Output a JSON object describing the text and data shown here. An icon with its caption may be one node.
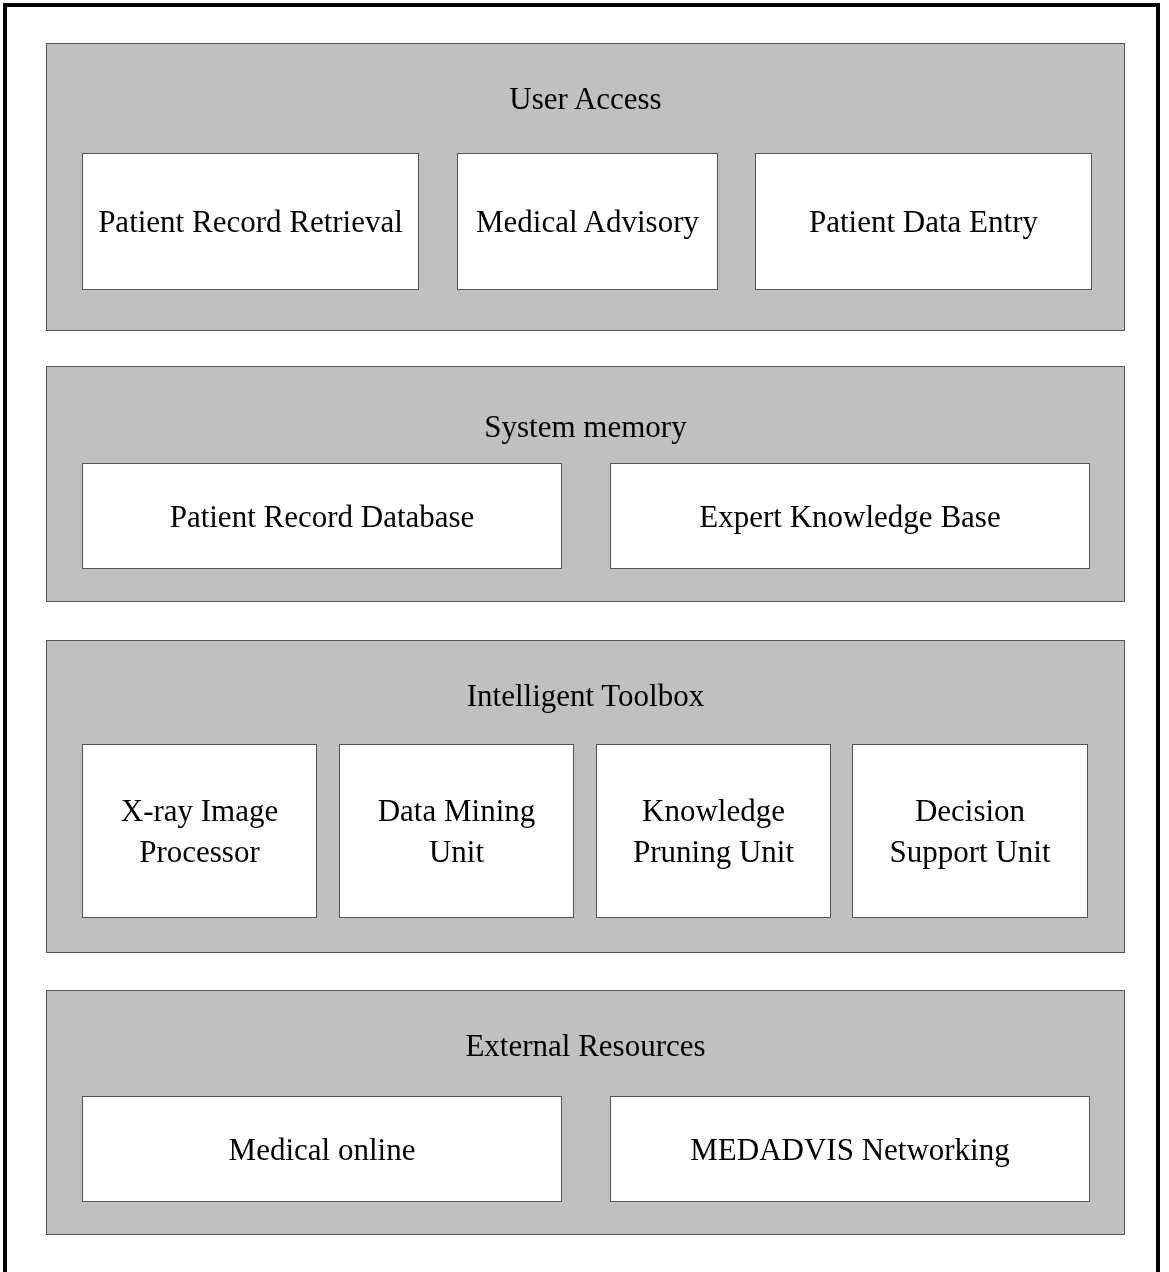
{
  "diagram": {
    "nodes": [
      {
        "text": [
          "User Access"
        ]
      },
      {
        "text": [
          "Patient Record Retrieval"
        ],
        "in": 0
      },
      {
        "text": [
          "Medical Advisory"
        ],
        "in": 0
      },
      {
        "text": [
          "Patient Data Entry"
        ],
        "in": 0
      },
      {
        "text": [
          "System memory"
        ]
      },
      {
        "text": [
          "Patient Record Database"
        ],
        "in": 4
      },
      {
        "text": [
          "Expert Knowledge Base"
        ],
        "in": 4
      },
      {
        "text": [
          "Intelligent Toolbox"
        ]
      },
      {
        "text": [
          "X-ray Image Processor"
        ],
        "in": 7
      },
      {
        "text": [
          "Data Mining Unit"
        ],
        "in": 7
      },
      {
        "text": [
          "Knowledge Pruning Unit"
        ],
        "in": 7
      },
      {
        "text": [
          "Decision Support Unit"
        ],
        "in": 7
      },
      {
        "text": [
          "External Resources"
        ]
      },
      {
        "text": [
          "Medical online"
        ],
        "in": 12
      },
      {
        "text": [
          "MEDADVIS Networking"
        ],
        "in": 12
      }
    ]
  }
}
